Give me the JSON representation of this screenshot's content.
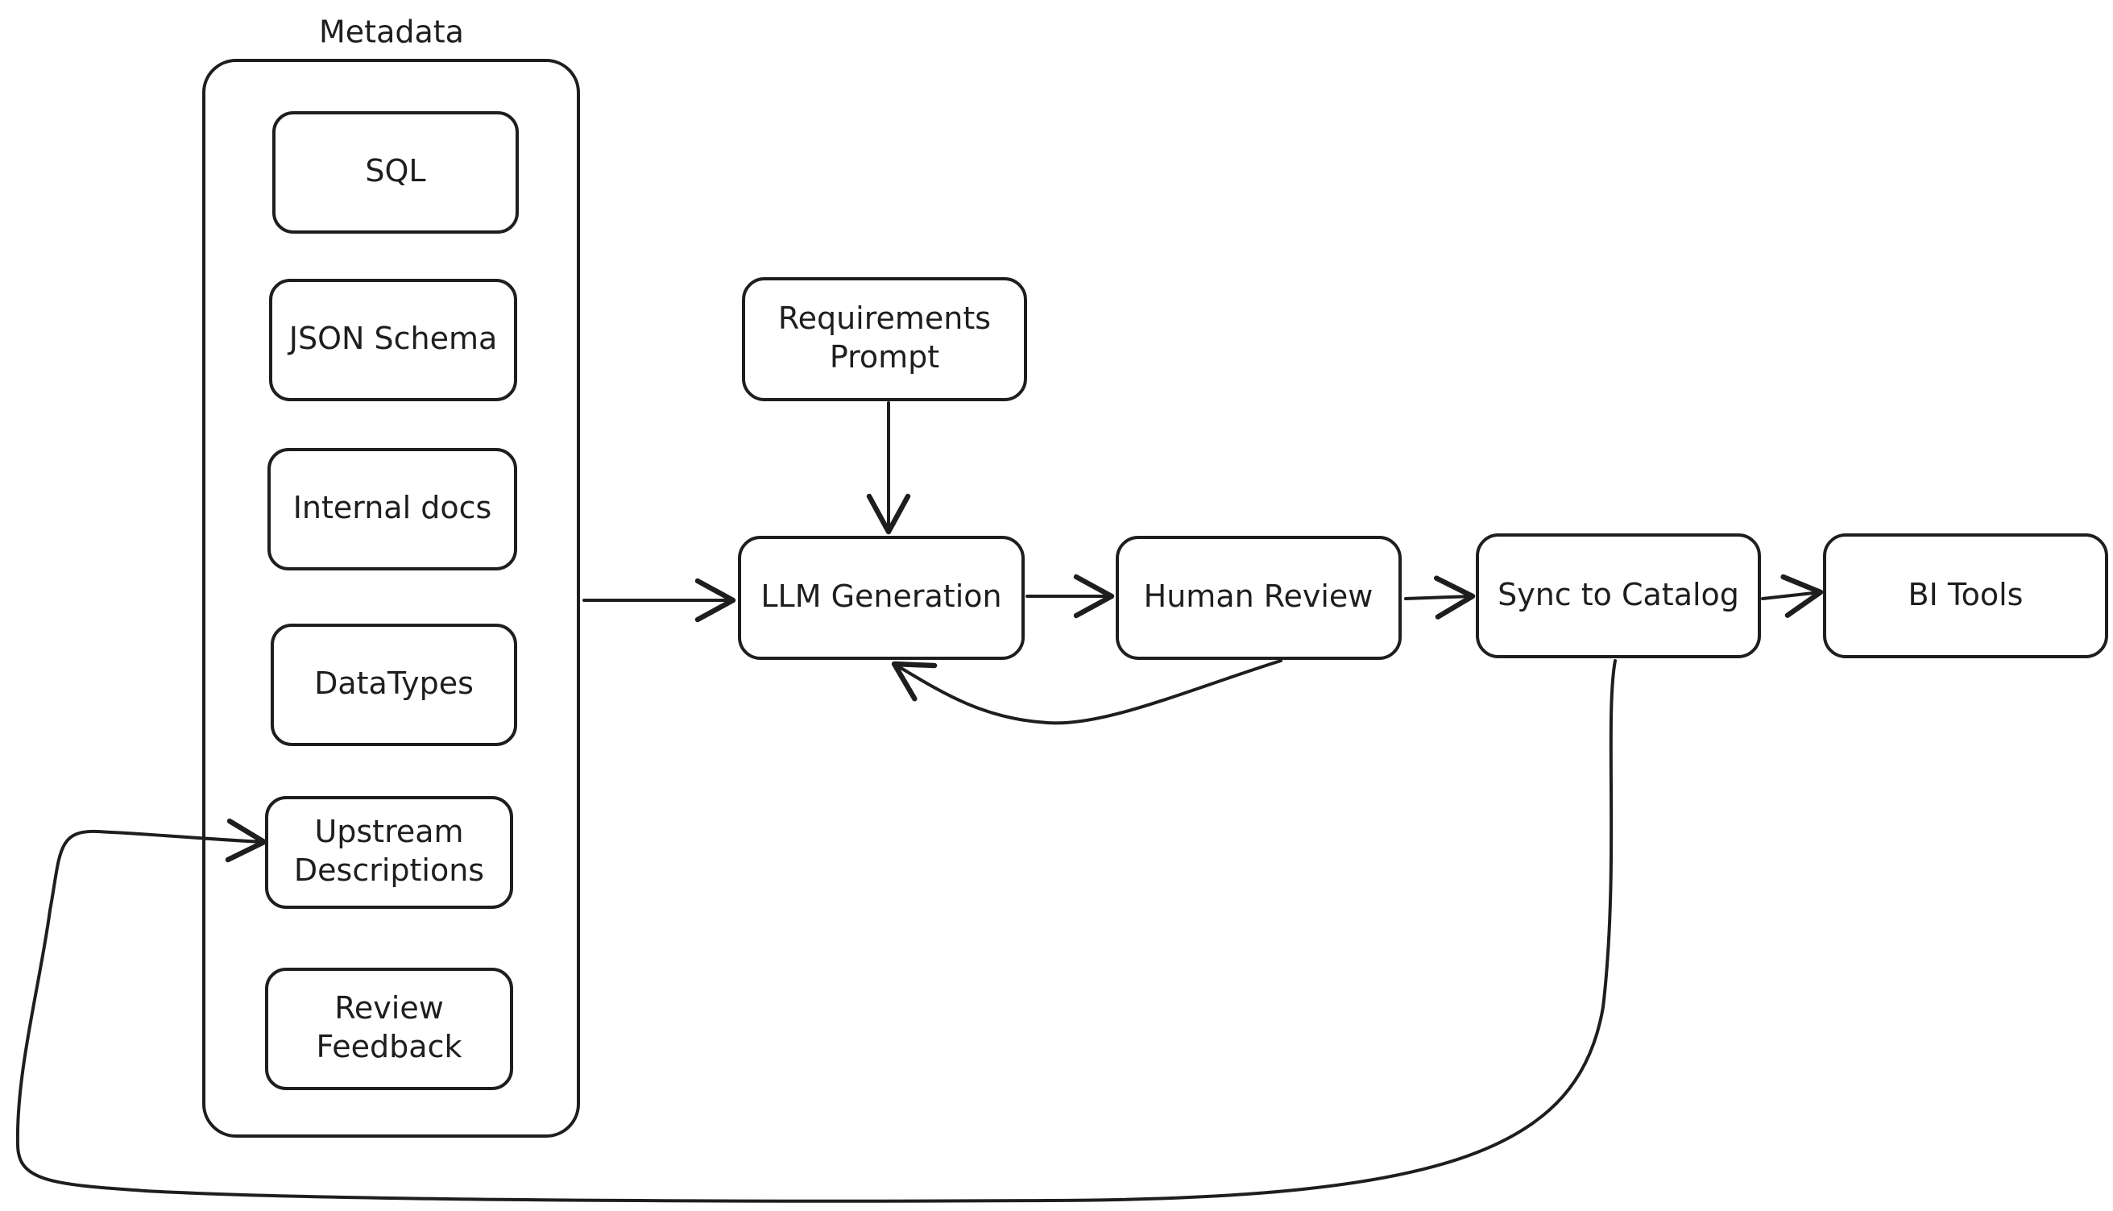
{
  "diagram": {
    "container": {
      "title": "Metadata"
    },
    "metadata_items": {
      "sql": [
        "SQL"
      ],
      "json_schema": [
        "JSON Schema"
      ],
      "internal_docs": [
        "Internal docs"
      ],
      "datatypes": [
        "DataTypes"
      ],
      "upstream_descriptions": [
        "Upstream",
        "Descriptions"
      ],
      "review_feedback": [
        "Review",
        "Feedback"
      ]
    },
    "nodes": {
      "requirements_prompt": [
        "Requirements",
        "Prompt"
      ],
      "llm_generation": [
        "LLM Generation"
      ],
      "human_review": [
        "Human Review"
      ],
      "sync_to_catalog": [
        "Sync to Catalog"
      ],
      "bi_tools": [
        "BI Tools"
      ]
    },
    "colors": {
      "stroke": "#1e1e1e",
      "background": "#ffffff"
    }
  }
}
